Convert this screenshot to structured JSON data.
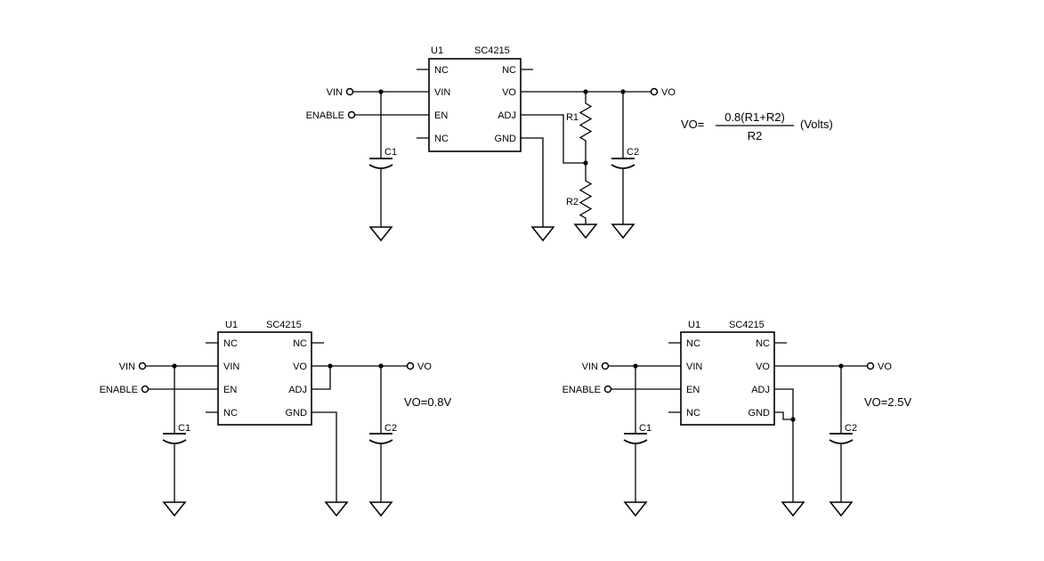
{
  "circuits": {
    "adjustable": {
      "ref_des": "U1",
      "part": "SC4215",
      "pins_left": [
        "NC",
        "VIN",
        "EN",
        "NC"
      ],
      "pins_right": [
        "NC",
        "VO",
        "ADJ",
        "GND"
      ],
      "net_labels": {
        "vin": "VIN",
        "enable": "ENABLE",
        "vo": "VO"
      },
      "components": {
        "c1": "C1",
        "c2": "C2",
        "r1": "R1",
        "r2": "R2"
      },
      "formula": {
        "lhs": "VO=",
        "numerator": "0.8(R1+R2)",
        "denominator": "R2",
        "units": "(Volts)"
      }
    },
    "fixed_0v8": {
      "ref_des": "U1",
      "part": "SC4215",
      "pins_left": [
        "NC",
        "VIN",
        "EN",
        "NC"
      ],
      "pins_right": [
        "NC",
        "VO",
        "ADJ",
        "GND"
      ],
      "net_labels": {
        "vin": "VIN",
        "enable": "ENABLE",
        "vo": "VO"
      },
      "components": {
        "c1": "C1",
        "c2": "C2"
      },
      "output_label": "VO=0.8V"
    },
    "fixed_2v5": {
      "ref_des": "U1",
      "part": "SC4215",
      "pins_left": [
        "NC",
        "VIN",
        "EN",
        "NC"
      ],
      "pins_right": [
        "NC",
        "VO",
        "ADJ",
        "GND"
      ],
      "net_labels": {
        "vin": "VIN",
        "enable": "ENABLE",
        "vo": "VO"
      },
      "components": {
        "c1": "C1",
        "c2": "C2"
      },
      "output_label": "VO=2.5V"
    }
  },
  "colors": {
    "line": "#000000",
    "background": "#ffffff"
  }
}
